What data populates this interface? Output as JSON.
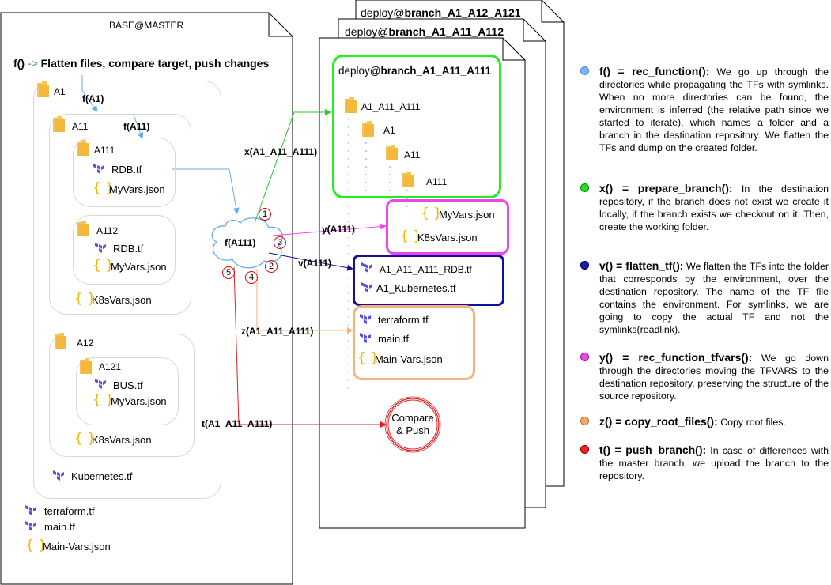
{
  "base": {
    "title": "BASE@MASTER",
    "heading_prefix": "f()",
    "heading_arrow": "->",
    "heading_text": "Flatten files, compare target, push changes",
    "a1": "A1",
    "f_a1": "f(A1)",
    "a11": "A11",
    "f_a11": "f(A11)",
    "a111": "A111",
    "rdb1": "RDB.tf",
    "myvars1": "MyVars.json",
    "a112": "A112",
    "rdb2": "RDB.tf",
    "myvars2": "MyVars.json",
    "k8s1": "K8sVars.json",
    "a12": "A12",
    "a121": "A121",
    "bus": "BUS.tf",
    "myvars3": "MyVars.json",
    "k8s2": "K8sVars.json",
    "kubernetes": "Kubernetes.tf",
    "terraform": "terraform.tf",
    "main": "main.tf",
    "mainvars": "Main-Vars.json"
  },
  "deploy_back_title_prefix": "deploy@",
  "deploy_back_title_bold": "branch_A1_A12_A121",
  "deploy_mid_title_prefix": "deploy@",
  "deploy_mid_title_bold": "branch_A1_A11_A112",
  "deploy": {
    "title_prefix": "deploy@",
    "title_bold": "branch_A1_A11_A111",
    "folder_a1_a11_a111": "A1_A11_A111",
    "a1": "A1",
    "a11": "A11",
    "a111": "A111",
    "myvars": "MyVars.json",
    "k8svars": "K8sVars.json",
    "rdb_flat": "A1_A11_A111_RDB.tf",
    "kube_flat": "A1_Kubernetes.tf",
    "terraform": "terraform.tf",
    "main": "main.tf",
    "mainvars": "Main-Vars.json",
    "compare_push": "Compare\n& Push"
  },
  "flow": {
    "cloud_label": "f(A111)",
    "x_label": "x(A1_A11_A111)",
    "y_label": "y(A111)",
    "v_label": "v(A111)",
    "z_label": "z(A1_A11_A111)",
    "t_label": "t(A1_A11_A111)",
    "n1": "1",
    "n2": "2",
    "n3": "3",
    "n4": "4",
    "n5": "5"
  },
  "legend": [
    {
      "color": "#7fb4ee",
      "name": "f() = rec_function():",
      "text": "We go up through the directories while propagating the TFs with symlinks. When no more directories can be found, the environment is inferred (the relative path since we started to iterate), which names a folder and a branch in the destination repository. We flatten the TFs and dump on the created folder."
    },
    {
      "color": "#22dd22",
      "name": "x() = prepare_branch():",
      "text": "In the destination repository, if the branch does not exist we create it locally, if the branch exists we checkout on it. Then, create the working folder."
    },
    {
      "color": "#1a1aa6",
      "name": "v() = flatten_tf():",
      "text": "We flatten the TFs into the folder that corresponds by the environment, over the destination repository. The name of the TF file contains the environment. For symlinks, we are going to copy the actual TF and not the symlinks(readlink)."
    },
    {
      "color": "#ee44ee",
      "name": "y() = rec_function_tfvars():",
      "text": "We go down through the directories moving the TFVARS to the destination repository, preserving the structure of the source repository."
    },
    {
      "color": "#f4aa66",
      "name": "z() = copy_root_files():",
      "text": "Copy root files."
    },
    {
      "color": "#ee2222",
      "name": "t() = push_branch():",
      "text": "In case of differences with the master branch, we upload the branch to the repository."
    }
  ],
  "colors": {
    "green": "#22ee22",
    "magenta": "#ee44ee",
    "navy": "#1010a0",
    "orange": "#f6b27a",
    "red": "#e02020",
    "blue": "#66aaee"
  }
}
